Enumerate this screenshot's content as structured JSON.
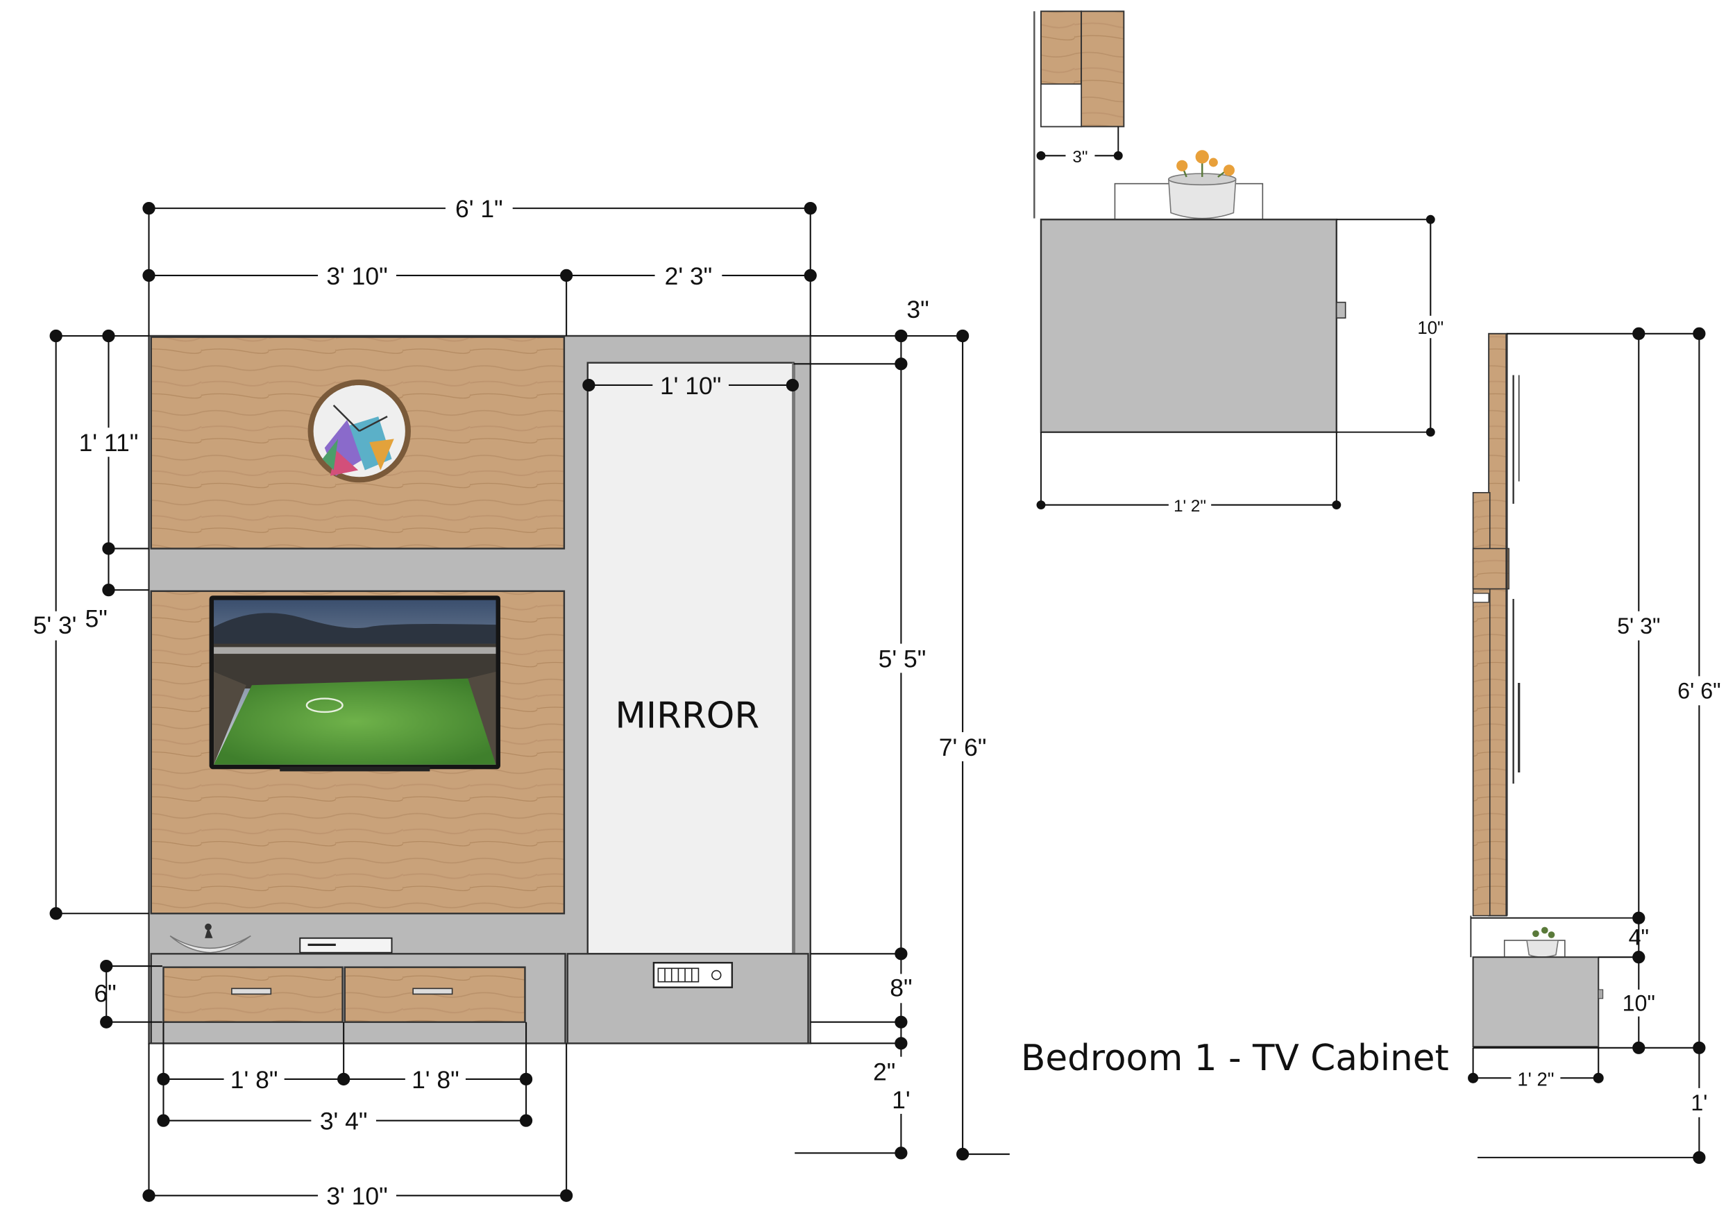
{
  "title": "Bedroom 1 - TV Cabinet",
  "mirror_label": "MIRROR",
  "colors": {
    "wood": "#c9a27a",
    "wood_grain": "#b38a61",
    "frame_grey": "#b9b9b9",
    "mirror": "#f0f0f0",
    "side_grey": "#bdbdbd",
    "line": "#111111"
  },
  "icons": {
    "clock": "wall-clock-icon",
    "tv": "television-screen",
    "bowl": "decor-bowl-icon",
    "set_top_box": "set-top-box-icon",
    "switch_board": "switch-board-icon",
    "plant_pot": "plant-pot-icon"
  },
  "front_elevation": {
    "overall_width": "6' 1\"",
    "left_width_top": "3' 10\"",
    "right_width": "2' 3\"",
    "mirror_inner_width": "1' 10\"",
    "frame_thickness": "3\"",
    "upper_panel_height": "1' 11\"",
    "shelf_gap": "5\"",
    "panel_total_height": "5' 3'",
    "mirror_height": "5' 5\"",
    "total_height": "7' 6\"",
    "drawer_height": "6\"",
    "base_height": "8\"",
    "base_gap": "2\"",
    "floor_gap": "1'",
    "drawer_width_1": "1' 8\"",
    "drawer_width_2": "1' 8\"",
    "drawers_total": "3' 4\"",
    "base_width": "3' 10\""
  },
  "plan_view": {
    "thickness": "3\"",
    "depth": "10\"",
    "width": "1' 2\""
  },
  "side_elevation": {
    "panel_height": "5' 3\"",
    "total_height": "6' 6\"",
    "gap": "4\"",
    "base_height": "10\"",
    "floor_gap": "1'",
    "base_width": "1' 2\""
  }
}
